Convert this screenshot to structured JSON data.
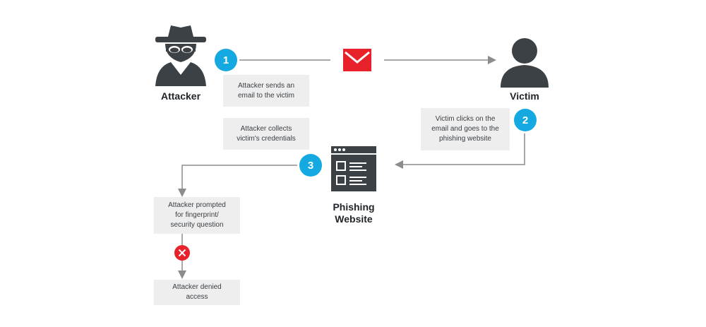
{
  "colors": {
    "icon": "#3c4146",
    "line": "#8c8c8c",
    "step_badge": "#14a9e1",
    "envelope": "#e8222b",
    "deny_badge": "#e8222b",
    "note_bg": "#eeeeee"
  },
  "nodes": {
    "attacker": {
      "label": "Attacker",
      "icon": "spy-icon"
    },
    "victim": {
      "label": "Victim",
      "icon": "person-icon"
    },
    "website": {
      "label": "Phishing\nWebsite",
      "icon": "browser-window-icon"
    },
    "email": {
      "icon": "envelope-icon"
    },
    "deny": {
      "icon": "x-circle-icon"
    }
  },
  "steps": [
    {
      "number": "1",
      "text": "Attacker sends an\nemail to the victim"
    },
    {
      "number": "2",
      "text": "Victim clicks on the\nemail and goes to the\nphishing website"
    },
    {
      "number": "3",
      "text": "Attacker collects\nvictim's credentials"
    }
  ],
  "outcome": {
    "prompt_text": "Attacker prompted\nfor fingerprint/\nsecurity question",
    "denied_text": "Attacker denied\naccess"
  }
}
